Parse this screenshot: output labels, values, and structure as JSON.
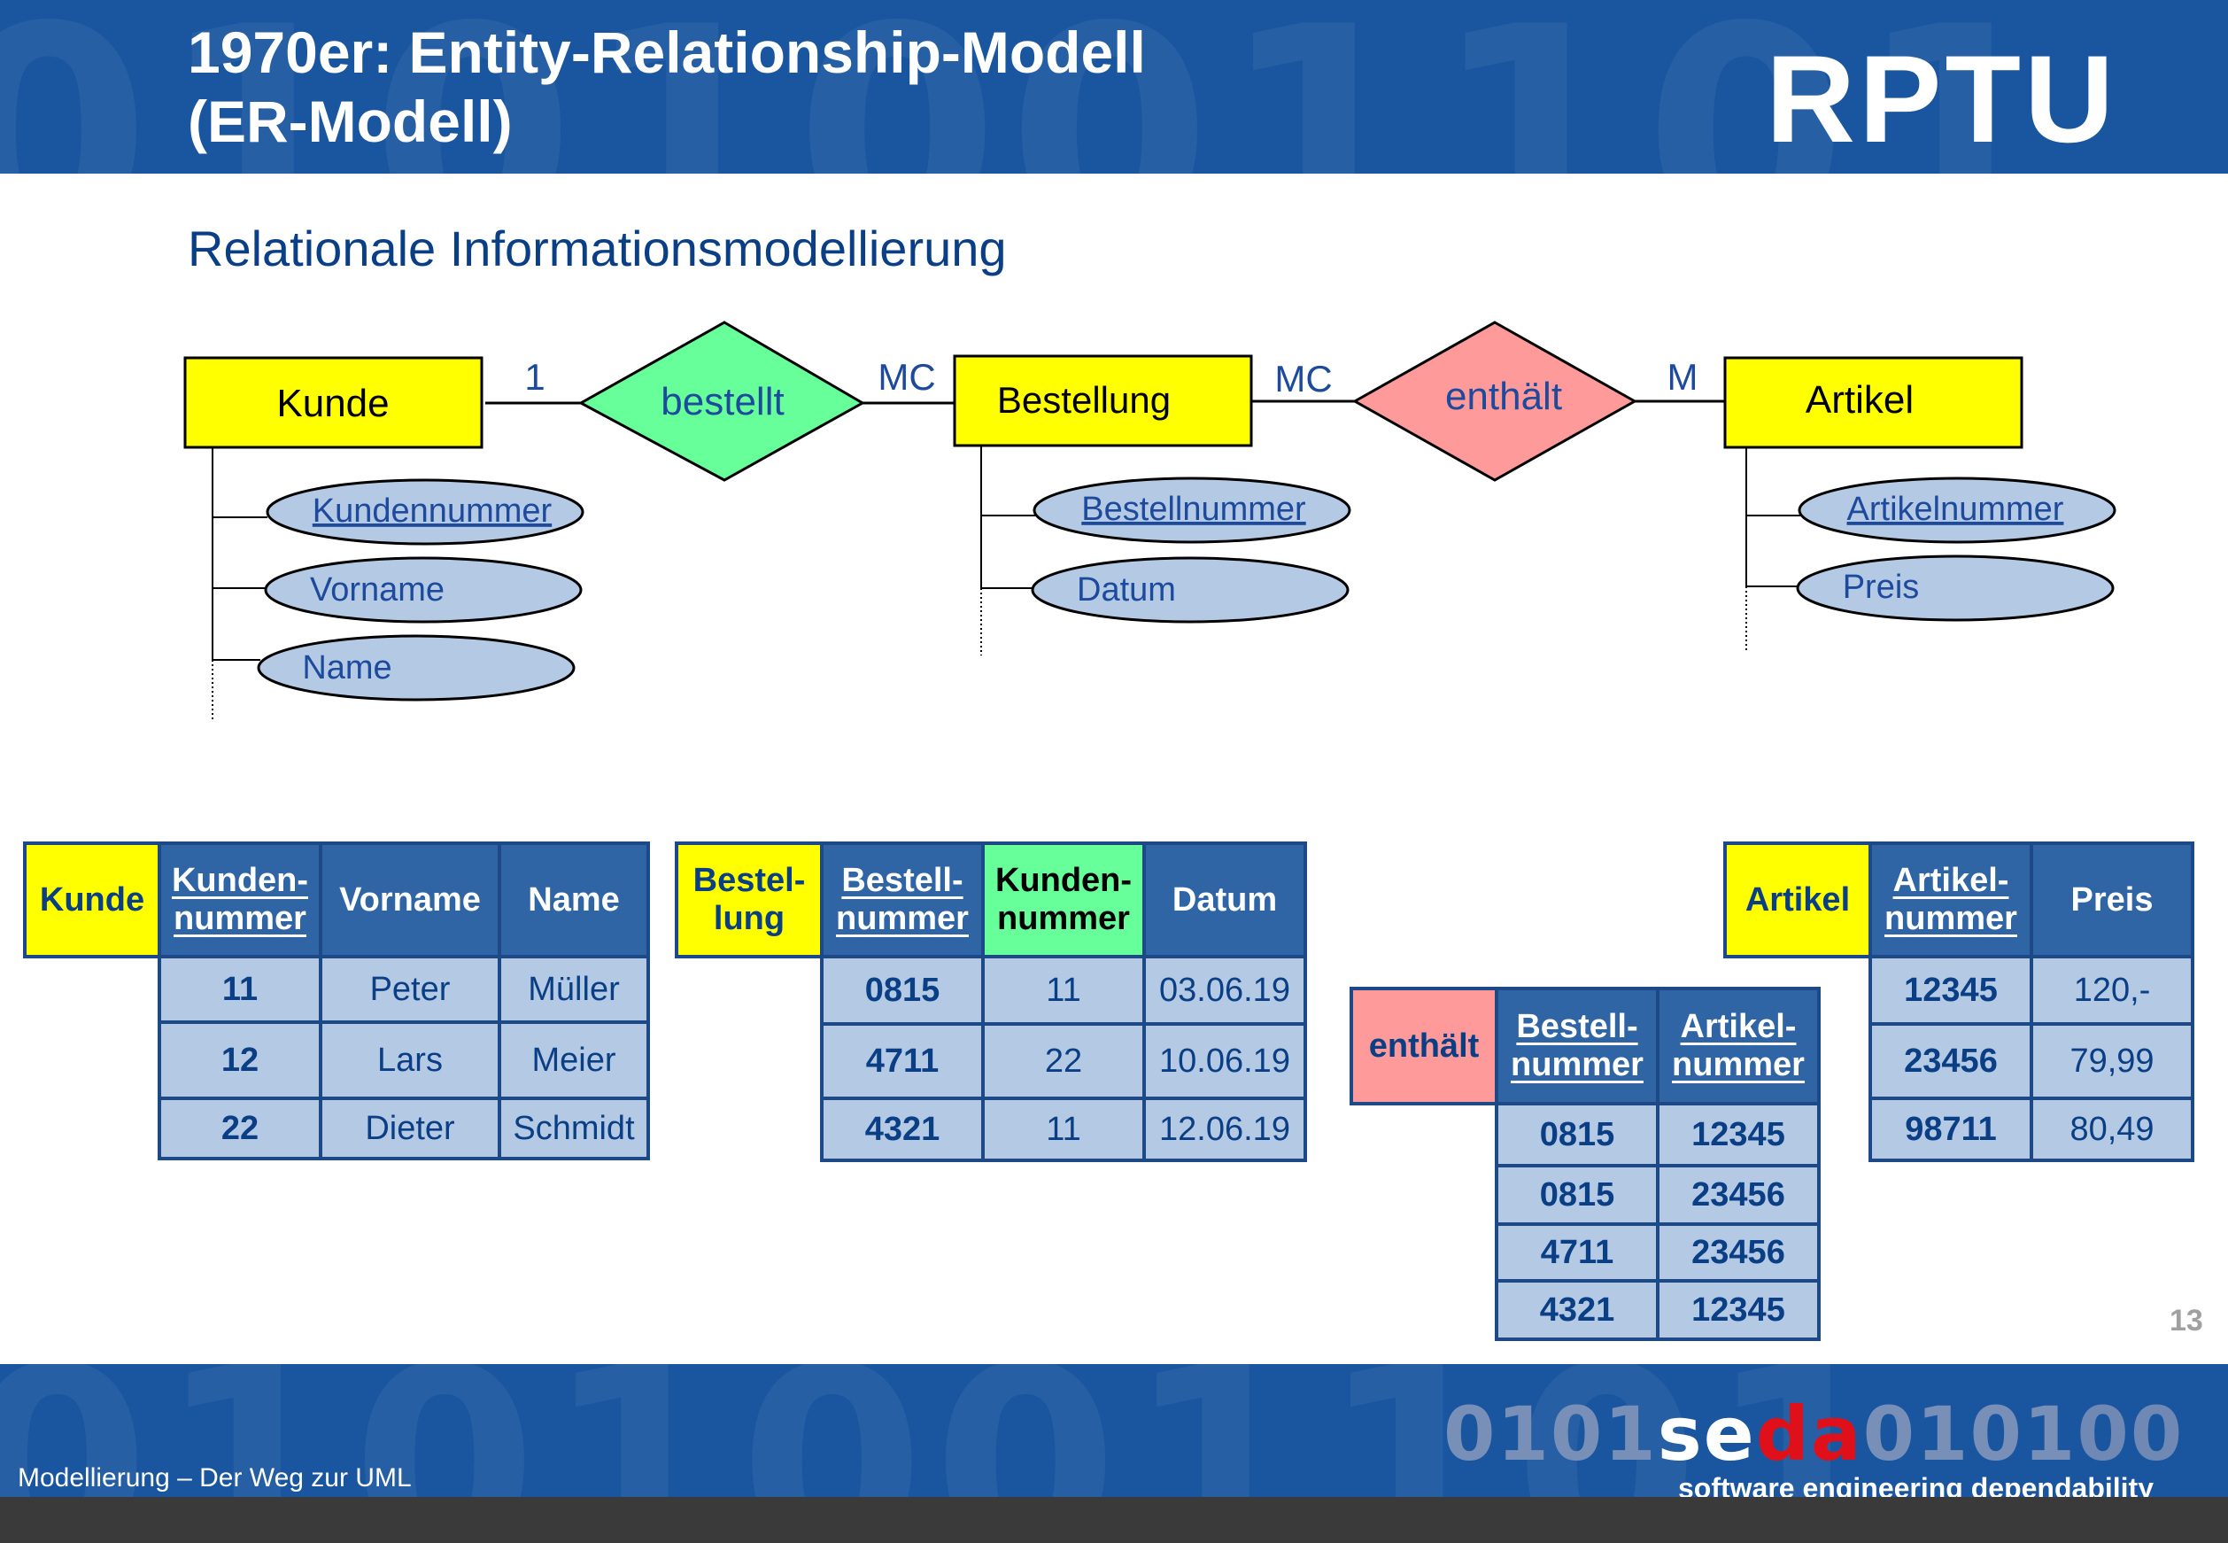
{
  "header": {
    "title_line1": "1970er: Entity-Relationship-Modell",
    "title_line2": "(ER-Modell)",
    "logo": "RPTU",
    "bg_digits": "0101001101"
  },
  "subtitle": "Relationale Informationsmodellierung",
  "diagram": {
    "entities": {
      "kunde": "Kunde",
      "bestellung": "Bestellung",
      "artikel": "Artikel"
    },
    "relationships": {
      "bestellt": "bestellt",
      "enthaelt": "enthält"
    },
    "cardinalities": {
      "kunde_bestellt": "1",
      "bestellt_bestellung": "MC",
      "bestellung_enthaelt": "MC",
      "enthaelt_artikel": "M"
    },
    "attributes": {
      "kunde": [
        "Kundennummer",
        "Vorname",
        "Name"
      ],
      "bestellung": [
        "Bestellnummer",
        "Datum"
      ],
      "artikel": [
        "Artikelnummer",
        "Preis"
      ]
    },
    "colors": {
      "entity": "#ffff00",
      "bestellt": "#66ff99",
      "enthaelt": "#ff9a9a",
      "attribute": "#b4c9e4"
    }
  },
  "tables": {
    "kunde": {
      "name": "Kunde",
      "headers": [
        "Kunden-",
        "nummer",
        "Vorname",
        "Name"
      ],
      "rows": [
        [
          "11",
          "Peter",
          "Müller"
        ],
        [
          "12",
          "Lars",
          "Meier"
        ],
        [
          "22",
          "Dieter",
          "Schmidt"
        ]
      ]
    },
    "bestellung": {
      "name_line1": "Bestel-",
      "name_line2": "lung",
      "headers": [
        "Bestell-",
        "nummer",
        "Kunden-",
        "nummer",
        "Datum"
      ],
      "rows": [
        [
          "0815",
          "11",
          "03.06.19"
        ],
        [
          "4711",
          "22",
          "10.06.19"
        ],
        [
          "4321",
          "11",
          "12.06.19"
        ]
      ]
    },
    "enthaelt": {
      "name": "enthält",
      "headers": [
        "Bestell-",
        "nummer",
        "Artikel-",
        "nummer"
      ],
      "rows": [
        [
          "0815",
          "12345"
        ],
        [
          "0815",
          "23456"
        ],
        [
          "4711",
          "23456"
        ],
        [
          "4321",
          "12345"
        ]
      ]
    },
    "artikel": {
      "name": "Artikel",
      "headers": [
        "Artikel-",
        "nummer",
        "Preis"
      ],
      "rows": [
        [
          "12345",
          "120,-"
        ],
        [
          "23456",
          "79,99"
        ],
        [
          "98711",
          "80,49"
        ]
      ]
    }
  },
  "page_number": "13",
  "footer": {
    "text": "Modellierung – Der Weg zur UML",
    "seda_left": "0101",
    "seda_se": "se",
    "seda_da": "da",
    "seda_right1": "0101",
    "seda_right2": "00",
    "tagline": "software engineering dependability"
  }
}
